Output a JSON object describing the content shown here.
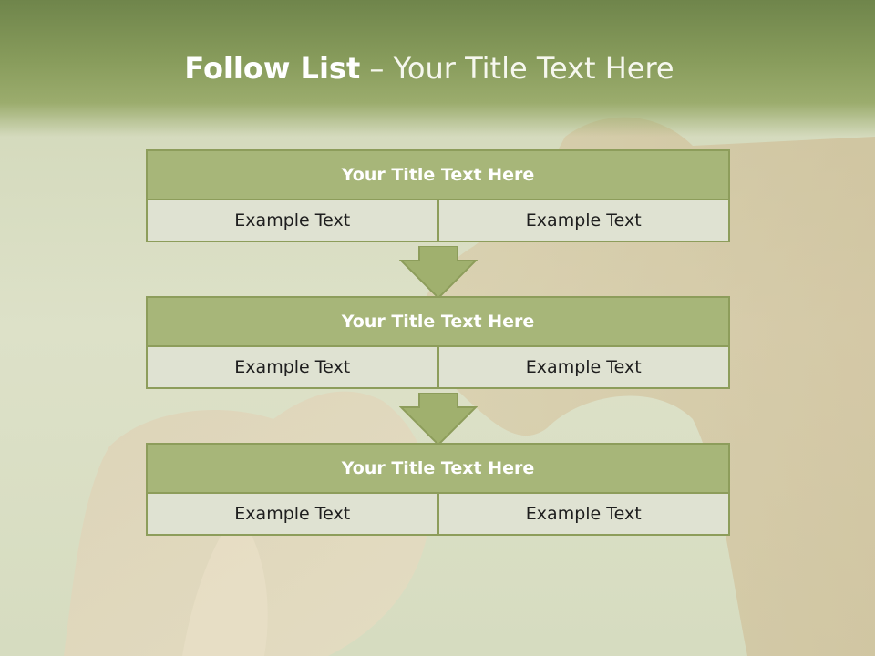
{
  "slide": {
    "title_bold": "Follow List",
    "title_rest": " – Your Title Text Here"
  },
  "blocks": [
    {
      "title": "Your Title Text Here",
      "cells": [
        "Example Text",
        "Example Text"
      ]
    },
    {
      "title": "Your Title Text Here",
      "cells": [
        "Example Text",
        "Example Text"
      ]
    },
    {
      "title": "Your Title Text Here",
      "cells": [
        "Example Text",
        "Example Text"
      ]
    }
  ],
  "colors": {
    "header_green": "#7a8f50",
    "block_title_fill": "#a7b679",
    "block_border": "#8d9d5b",
    "cell_fill": "#dfe2d2",
    "arrow_fill": "#a0b06e"
  }
}
